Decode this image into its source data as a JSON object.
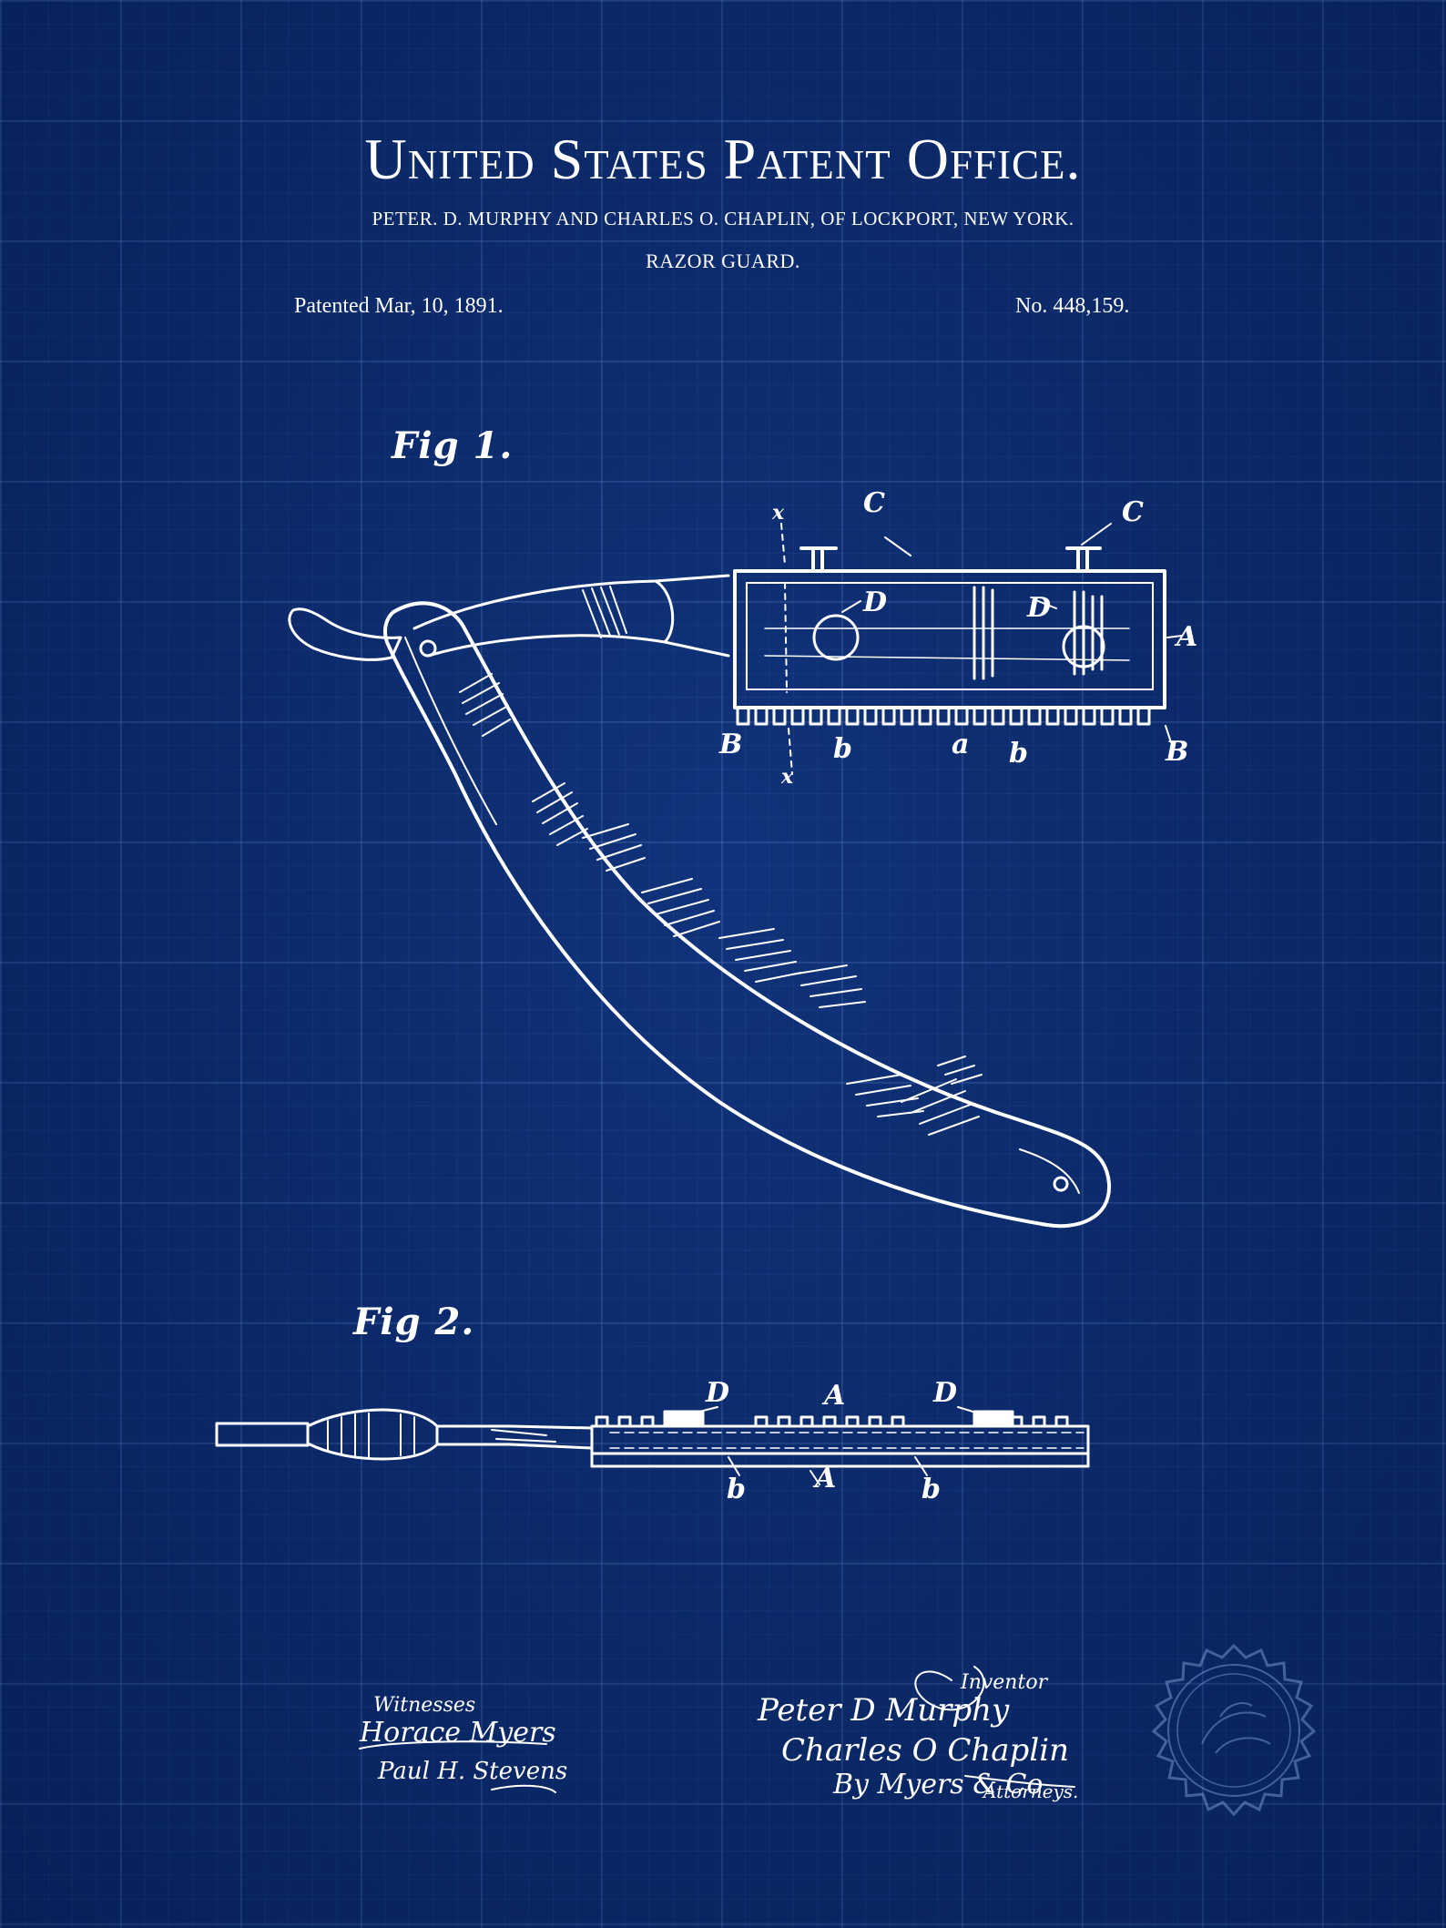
{
  "header": {
    "title": "United States Patent Office.",
    "inventors": "PETER. D. MURPHY AND CHARLES O. CHAPLIN, OF LOCKPORT, NEW YORK.",
    "subject": "RAZOR GUARD.",
    "patented": "Patented  Mar, 10, 1891.",
    "number": "No. 448,159."
  },
  "figures": {
    "fig1": "Fig 1.",
    "fig2": "Fig 2."
  },
  "fig1_refs": {
    "c1": "C",
    "c2": "C",
    "d1": "D",
    "d2": "D",
    "a_upper": "A",
    "b_left": "B",
    "b_right": "B",
    "b_small1": "b",
    "b_small2": "b",
    "a_small": "a",
    "x_top": "x",
    "x_bottom": "x"
  },
  "fig2_refs": {
    "d1": "D",
    "a_top": "A",
    "d2": "D",
    "b1": "b",
    "a_bottom": "A",
    "b2": "b"
  },
  "signatures": {
    "witnesses_label": "Witnesses",
    "witness1": "Horace Myers",
    "witness2": "Paul H. Stevens",
    "inventor_label": "Inventor",
    "inventor1": "Peter D Murphy",
    "inventor2": "Charles O Chaplin",
    "attorney": "By Myers & Co",
    "attorneys_label": "Attorneys."
  },
  "colors": {
    "background": "#0b2c72",
    "ink": "#ffffff"
  }
}
